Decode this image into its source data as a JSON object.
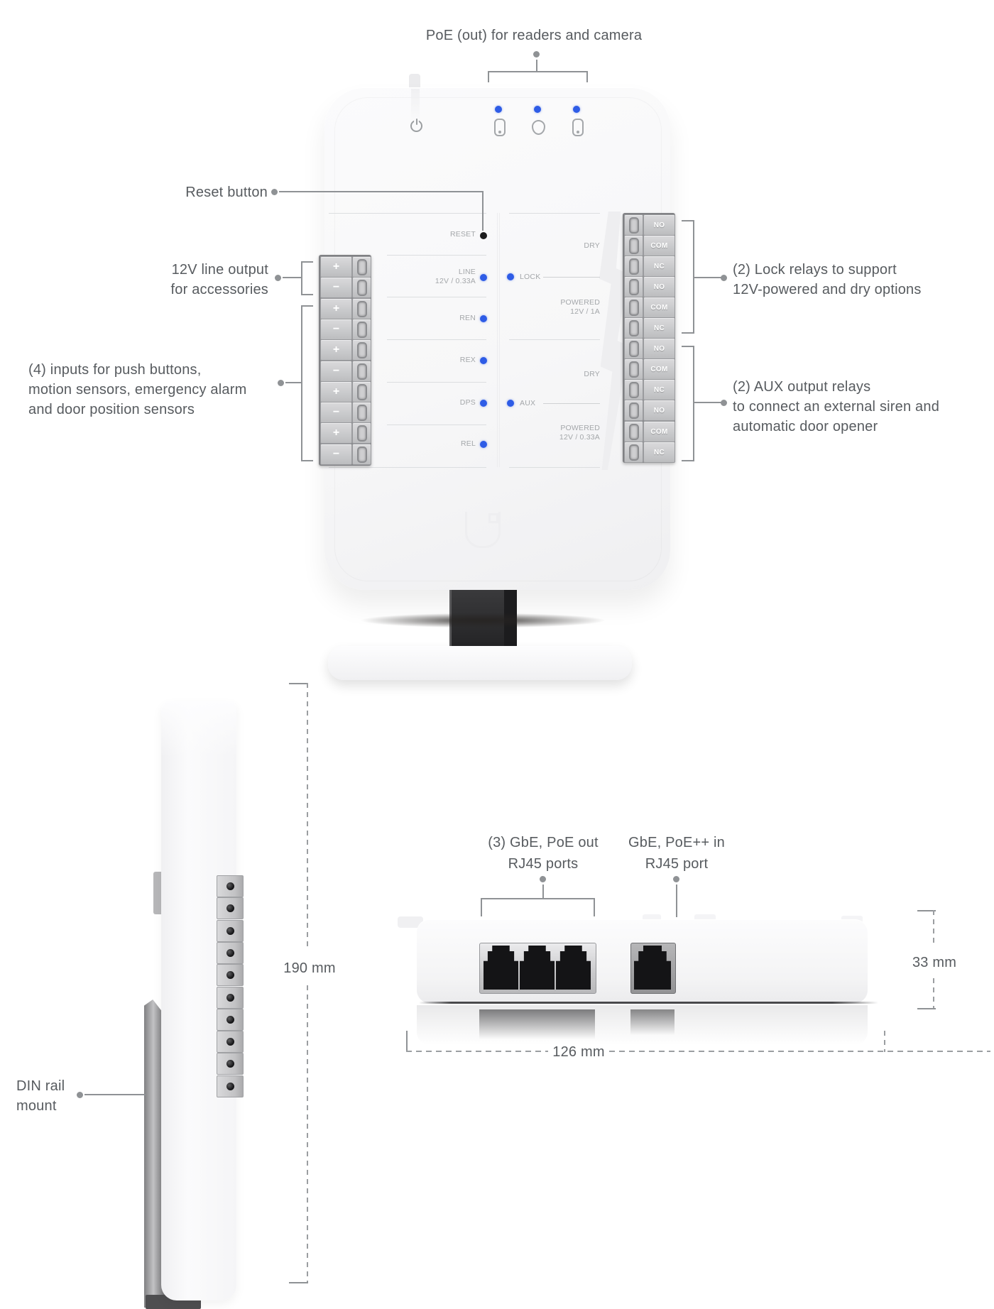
{
  "annotations": {
    "poe_out": "PoE (out) for readers and camera",
    "reset": "Reset button",
    "line_output_l1": "12V line output",
    "line_output_l2": "for accessories",
    "inputs_l1": "(4) inputs for push buttons,",
    "inputs_l2": "motion sensors, emergency alarm",
    "inputs_l3": "and door position sensors",
    "lock_l1": "(2) Lock relays to support",
    "lock_l2": "12V-powered and dry options",
    "aux_l1": "(2) AUX output relays",
    "aux_l2": "to connect an external siren and",
    "aux_l3": "automatic door opener",
    "din_l1": "DIN rail",
    "din_l2": "mount",
    "gbe_out_l1": "(3) GbE, PoE out",
    "gbe_out_l2": "RJ45 ports",
    "gbe_in_l1": "GbE, PoE++ in",
    "gbe_in_l2": "RJ45 port"
  },
  "dimensions": {
    "height": "190 mm",
    "width": "126 mm",
    "depth": "33 mm"
  },
  "front_panel": {
    "reset": "RESET",
    "line": "LINE",
    "line_sub": "12V / 0.33A",
    "input_rows": [
      "REN",
      "REX",
      "DPS",
      "REL"
    ],
    "lock": "LOCK",
    "aux": "AUX",
    "relay_sections": [
      {
        "mode": "DRY",
        "rating": ""
      },
      {
        "mode": "POWERED",
        "rating": "12V / 1A"
      },
      {
        "mode": "DRY",
        "rating": ""
      },
      {
        "mode": "POWERED",
        "rating": "12V / 0.33A"
      }
    ],
    "line_terminals": [
      "+",
      "−"
    ],
    "input_terminals": [
      "+",
      "−",
      "+",
      "−",
      "+",
      "−",
      "+",
      "−"
    ],
    "relay_terminals": [
      "NO",
      "COM",
      "NC",
      "NO",
      "COM",
      "NC",
      "NO",
      "COM",
      "NC",
      "NO",
      "COM",
      "NC"
    ]
  },
  "colors": {
    "led_blue": "#2e5ce6",
    "reset_dot": "#1b1b1d",
    "pointer_gray": "#8f9295"
  }
}
